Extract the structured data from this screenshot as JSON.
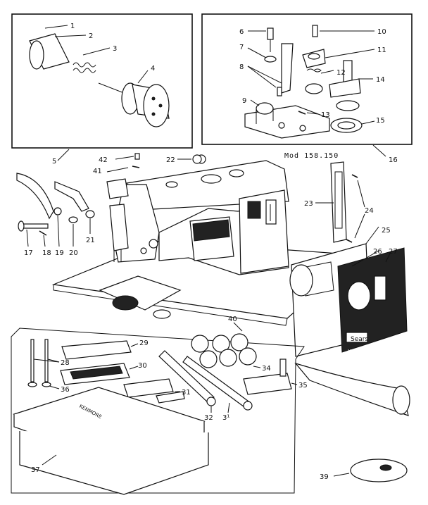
{
  "diagram": {
    "model_label": "Mod 158.150",
    "callouts": {
      "c1": "1",
      "c2": "2",
      "c3": "3",
      "c4": "4",
      "c5": "5",
      "c6": "6",
      "c7": "7",
      "c8": "8",
      "c9": "9",
      "c10": "10",
      "c11": "11",
      "c12": "12",
      "c13": "13",
      "c14": "14",
      "c15": "15",
      "c16": "16",
      "c17": "17",
      "c18": "18",
      "c19": "19",
      "c20": "20",
      "c21": "21",
      "c22": "22",
      "c23": "23",
      "c24": "24",
      "c25": "25",
      "c26": "26",
      "c27": "27",
      "c28": "28",
      "c29": "29",
      "c30": "30",
      "c31": "31",
      "c32": "32",
      "c33": "3¹",
      "c34": "34",
      "c35": "35",
      "c36": "36",
      "c37": "37",
      "c39": "39",
      "c40": "40",
      "c41": "41",
      "c42": "42"
    },
    "nameplate": {
      "brand": "Sears",
      "maker": "KENMORE"
    },
    "cover_text": "KENMORE"
  }
}
